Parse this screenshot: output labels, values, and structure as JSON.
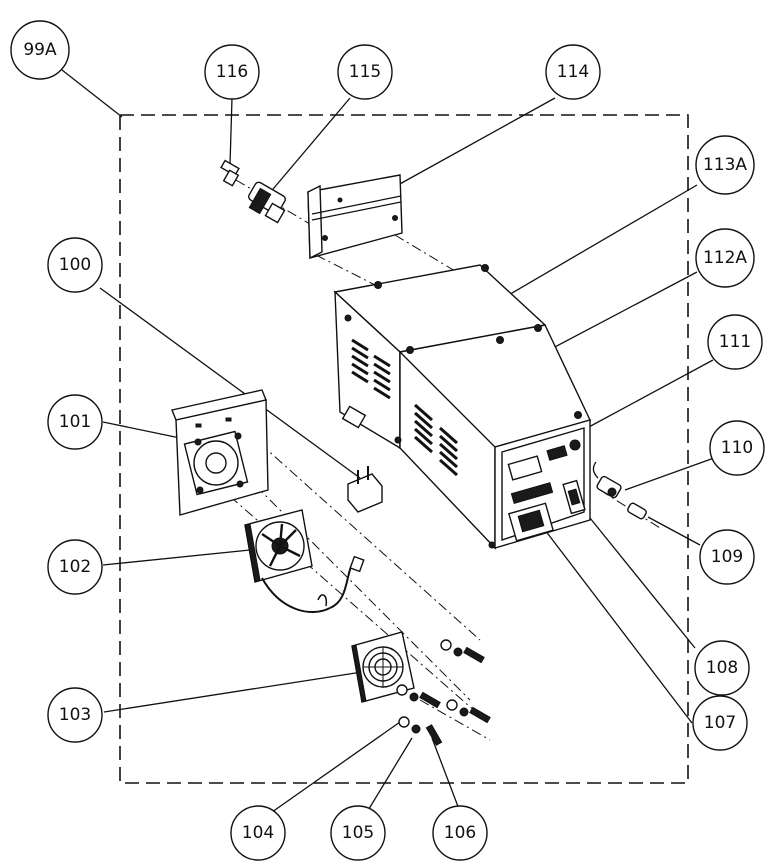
{
  "diagram": {
    "callouts": [
      {
        "id": "99A",
        "label": "99A"
      },
      {
        "id": "116",
        "label": "116"
      },
      {
        "id": "115",
        "label": "115"
      },
      {
        "id": "114",
        "label": "114"
      },
      {
        "id": "113A",
        "label": "113A"
      },
      {
        "id": "112A",
        "label": "112A"
      },
      {
        "id": "100",
        "label": "100"
      },
      {
        "id": "111",
        "label": "111"
      },
      {
        "id": "101",
        "label": "101"
      },
      {
        "id": "110",
        "label": "110"
      },
      {
        "id": "102",
        "label": "102"
      },
      {
        "id": "109",
        "label": "109"
      },
      {
        "id": "108",
        "label": "108"
      },
      {
        "id": "103",
        "label": "103"
      },
      {
        "id": "107",
        "label": "107"
      },
      {
        "id": "104",
        "label": "104"
      },
      {
        "id": "105",
        "label": "105"
      },
      {
        "id": "106",
        "label": "106"
      }
    ]
  }
}
